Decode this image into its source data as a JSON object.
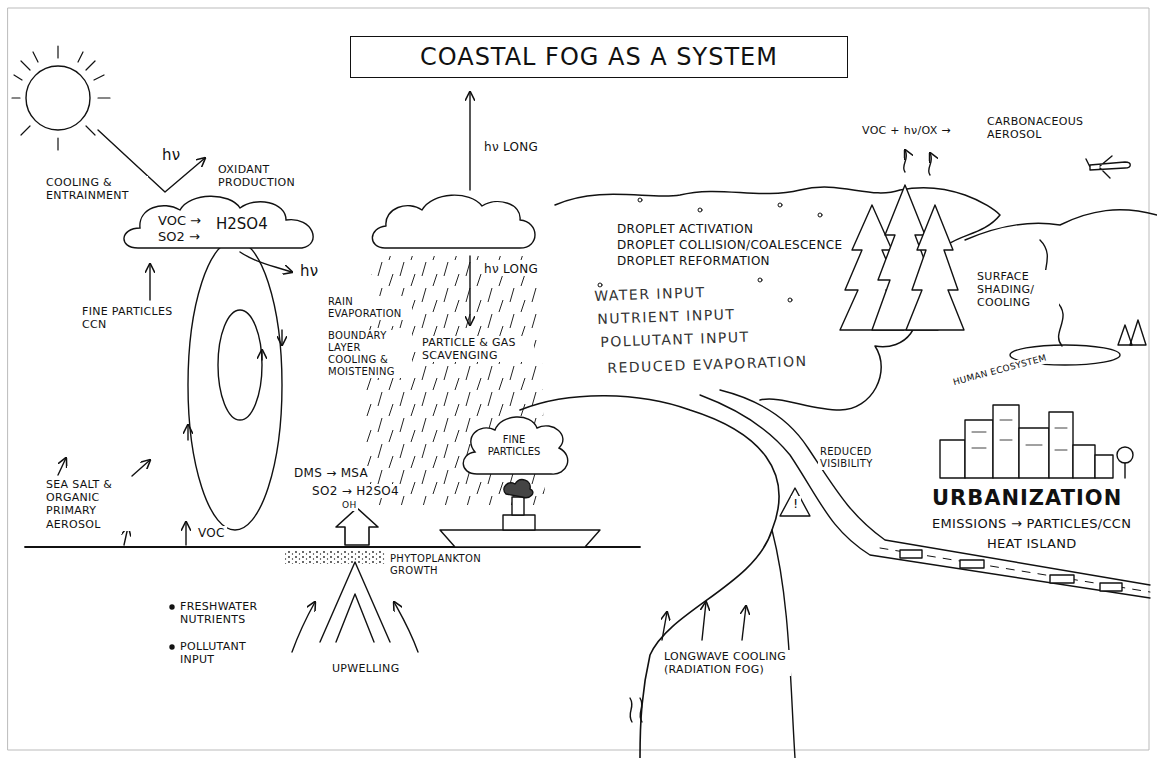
{
  "diagram": {
    "title": "COASTAL FOG AS A SYSTEM",
    "nodes": [
      {
        "text": [
          "VOC →",
          "SO2 →",
          "H2SO4"
        ]
      },
      {
        "text": [
          "FINE PARTICLES"
        ]
      }
    ],
    "labels": [
      "hν",
      "OXIDANT PRODUCTION",
      "COOLING & ENTRAINMENT",
      "hν",
      "FINE PARTICLES CCN",
      "SEA SALT & ORGANIC PRIMARY AEROSOL",
      "VOC",
      "DMS → MSA",
      "SO2 → H2SO4",
      "OH",
      "PHYTOPLANKTON GROWTH",
      "FRESHWATER NUTRIENTS",
      "POLLUTANT INPUT",
      "UPWELLING",
      "hν LONG",
      "hν LONG",
      "RAIN EVAPORATION",
      "BOUNDARY LAYER COOLING & MOISTENING",
      "PARTICLE & GAS SCAVENGING",
      "DROPLET ACTIVATION",
      "DROPLET COLLISION/COALESCENCE",
      "DROPLET REFORMATION",
      "WATER INPUT",
      "NUTRIENT INPUT",
      "POLLUTANT INPUT",
      "REDUCED EVAPORATION",
      "VOC + hν/OX →",
      "CARBONACEOUS AEROSOL",
      "SURFACE SHADING/ COOLING",
      "HUMAN ECOSYSTEM",
      "URBANIZATION",
      "EMISSIONS → PARTICLES/CCN",
      "HEAT ISLAND",
      "REDUCED VISIBILITY",
      "!",
      "LONGWAVE COOLING (RADIATION FOG)"
    ]
  }
}
